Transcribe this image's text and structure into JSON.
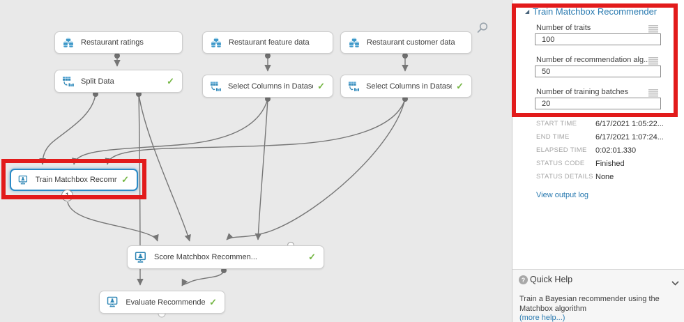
{
  "glyphs": {
    "check": "✓",
    "expander": "◢",
    "badge": "1"
  },
  "canvas": {
    "modules": [
      {
        "label": "Restaurant ratings"
      },
      {
        "label": "Restaurant feature data"
      },
      {
        "label": "Restaurant customer data"
      },
      {
        "label": "Split Data"
      },
      {
        "label": "Select Columns in Dataset"
      },
      {
        "label": "Select Columns in Dataset"
      },
      {
        "label": "Train Matchbox Recommen..."
      },
      {
        "label": "Score Matchbox Recommen..."
      },
      {
        "label": "Evaluate Recommender"
      }
    ]
  },
  "panel": {
    "title": "Train Matchbox Recommender",
    "fields": [
      {
        "label": "Number of traits",
        "value": "100"
      },
      {
        "label": "Number of recommendation alg...",
        "value": "50"
      },
      {
        "label": "Number of training batches",
        "value": "20"
      }
    ],
    "status": [
      {
        "label": "START TIME",
        "value": "6/17/2021 1:05:22..."
      },
      {
        "label": "END TIME",
        "value": "6/17/2021 1:07:24..."
      },
      {
        "label": "ELAPSED TIME",
        "value": "0:02:01.330"
      },
      {
        "label": "STATUS CODE",
        "value": "Finished"
      },
      {
        "label": "STATUS DETAILS",
        "value": "None"
      }
    ],
    "link": "View output log"
  },
  "quick_help": {
    "title": "Quick Help",
    "icon": "?",
    "body": "Train a Bayesian recommender using the Matchbox algorithm",
    "more": "(more help...)"
  },
  "colors": {
    "accent_blue": "#2a7ab0",
    "selection_blue": "#2b8bc6",
    "check_green": "#74b643",
    "annotation_red": "#e21b1b",
    "icon_blue": "#3d98c9"
  }
}
